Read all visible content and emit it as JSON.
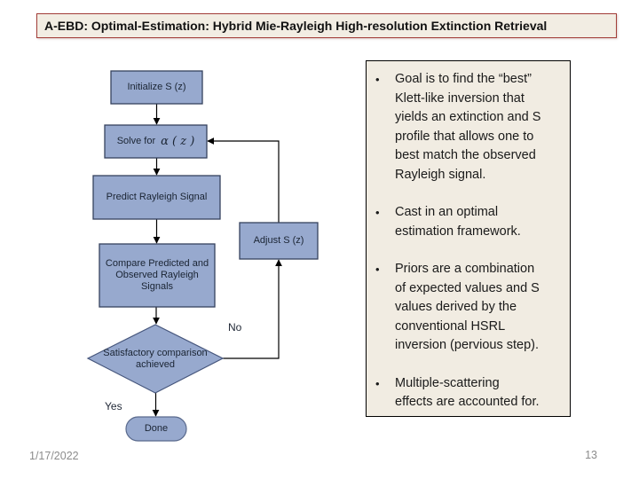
{
  "slide": {
    "title": "A-EBD: Optimal-Estimation: Hybrid Mie-Rayleigh High-resolution Extinction Retrieval",
    "date": "1/17/2022",
    "page_number": "13"
  },
  "flowchart": {
    "nodes": {
      "initialize": "Initialize S (z)",
      "solve_prefix": "Solve for",
      "solve_math": "α ( z )",
      "predict": "Predict Rayleigh Signal",
      "adjust": "Adjust S (z)",
      "compare": "Compare Predicted and\nObserved Rayleigh\nSignals",
      "decision": "Satisfactory comparison\nachieved",
      "done": "Done"
    },
    "labels": {
      "no": "No",
      "yes": "Yes"
    },
    "colors": {
      "node_fill": "#97a9ce",
      "node_border": "#35425e",
      "connector": "#000000"
    }
  },
  "bullets": {
    "items": [
      {
        "text": "Goal is to find the “best”\nKlett-like inversion that\nyields an extinction and S\nprofile that allows one to\nbest match the observed\nRayleigh signal."
      },
      {
        "text": "Cast in an optimal\nestimation framework."
      },
      {
        "text": "Priors are a combination\nof expected values and S\nvalues derived by the\nconventional HSRL\ninversion (pervious step)."
      },
      {
        "text": "Multiple-scattering\neffects are accounted for."
      }
    ],
    "marker": "•"
  }
}
